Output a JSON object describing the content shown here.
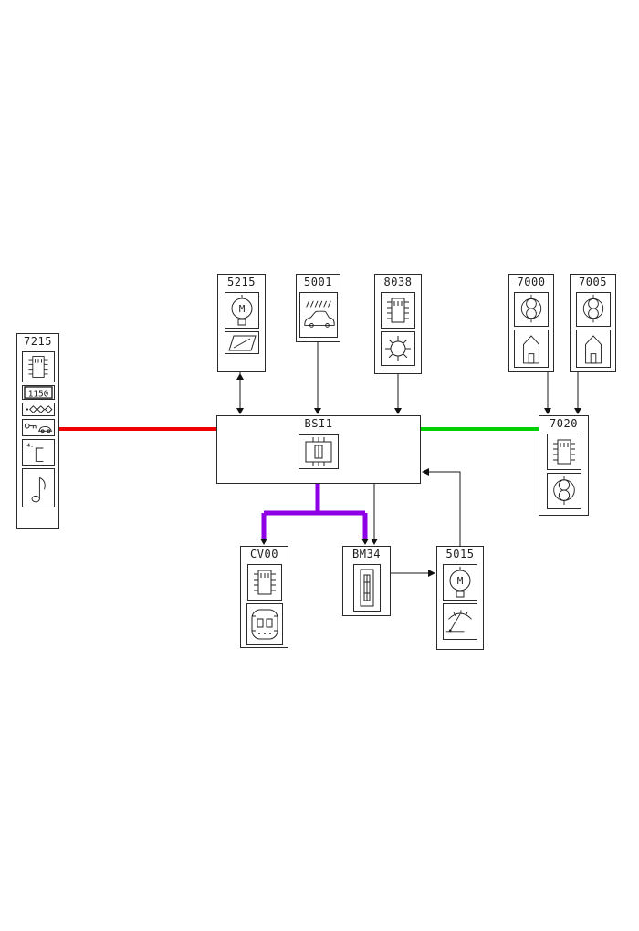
{
  "diagram": {
    "colors": {
      "bus_red": "#f00000",
      "bus_green": "#00cf00",
      "bus_purple": "#8d00e6",
      "wire": "#1a1a1a"
    },
    "components": {
      "c7215": {
        "label": "7215"
      },
      "c5215": {
        "label": "5215"
      },
      "c5001": {
        "label": "5001"
      },
      "c8038": {
        "label": "8038"
      },
      "c7000": {
        "label": "7000"
      },
      "c7005": {
        "label": "7005"
      },
      "c7020": {
        "label": "7020"
      },
      "cBSI1": {
        "label": "BSI1"
      },
      "cCV00": {
        "label": "CV00"
      },
      "cBM34": {
        "label": "BM34"
      },
      "c5015": {
        "label": "5015"
      }
    },
    "icons": {
      "motor_label": "M",
      "display_value": "1150",
      "port_label": "4."
    }
  }
}
